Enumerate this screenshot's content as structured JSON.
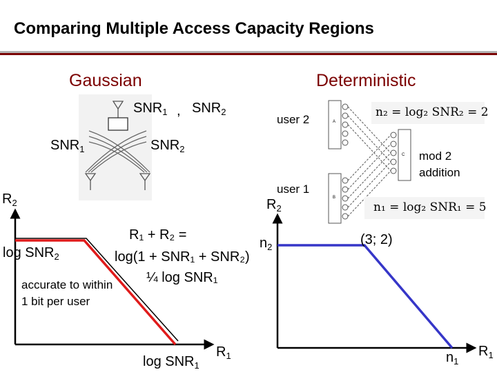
{
  "slide": {
    "title": "Comparing Multiple Access Capacity Regions",
    "accent_color": "#7b0000",
    "rule_colors": [
      "#b3b3b3",
      "#7b0000"
    ]
  },
  "gaussian": {
    "heading": "Gaussian",
    "channel": {
      "snr1_top": {
        "base": "SNR",
        "sub": "1"
      },
      "separator": ",",
      "snr2_top": {
        "base": "SNR",
        "sub": "2"
      },
      "snr1_left": {
        "base": "SNR",
        "sub": "1"
      },
      "snr2_right": {
        "base": "SNR",
        "sub": "2"
      }
    },
    "region": {
      "y_axis": {
        "base": "R",
        "sub": "2"
      },
      "x_axis": {
        "base": "R",
        "sub": "1"
      },
      "y_tick": {
        "pre": "log SNR",
        "sub": "2"
      },
      "x_tick": {
        "pre": "log SNR",
        "sub": "1"
      },
      "sum_rate_line1": "R₁ + R₂ =",
      "sum_rate_line2": "log(1 + SNR₁ + SNR₂)",
      "gap_label": "¼ log SNR₁",
      "accuracy_line1": "accurate to within",
      "accuracy_line2": "1 bit per user",
      "region_color": "#e01b1b"
    }
  },
  "deterministic": {
    "heading": "Deterministic",
    "model": {
      "user2_label": "user 2",
      "user1_label": "user 1",
      "mod_label_line1": "mod 2",
      "mod_label_line2": "addition",
      "n2_equation": "n₂ = log₂ SNR₂ = 2",
      "n1_equation": "n₁ = log₂ SNR₁ = 5",
      "box_top_letter": "A",
      "box_bottom_letter": "B",
      "box_right_letter": "C"
    },
    "region": {
      "y_axis": {
        "base": "R",
        "sub": "2"
      },
      "x_axis": {
        "base": "R",
        "sub": "1"
      },
      "y_tick": {
        "base": "n",
        "sub": "2"
      },
      "x_tick": {
        "base": "n",
        "sub": "1"
      },
      "corner_point": "(3; 2)",
      "region_color": "#3636c8"
    }
  }
}
